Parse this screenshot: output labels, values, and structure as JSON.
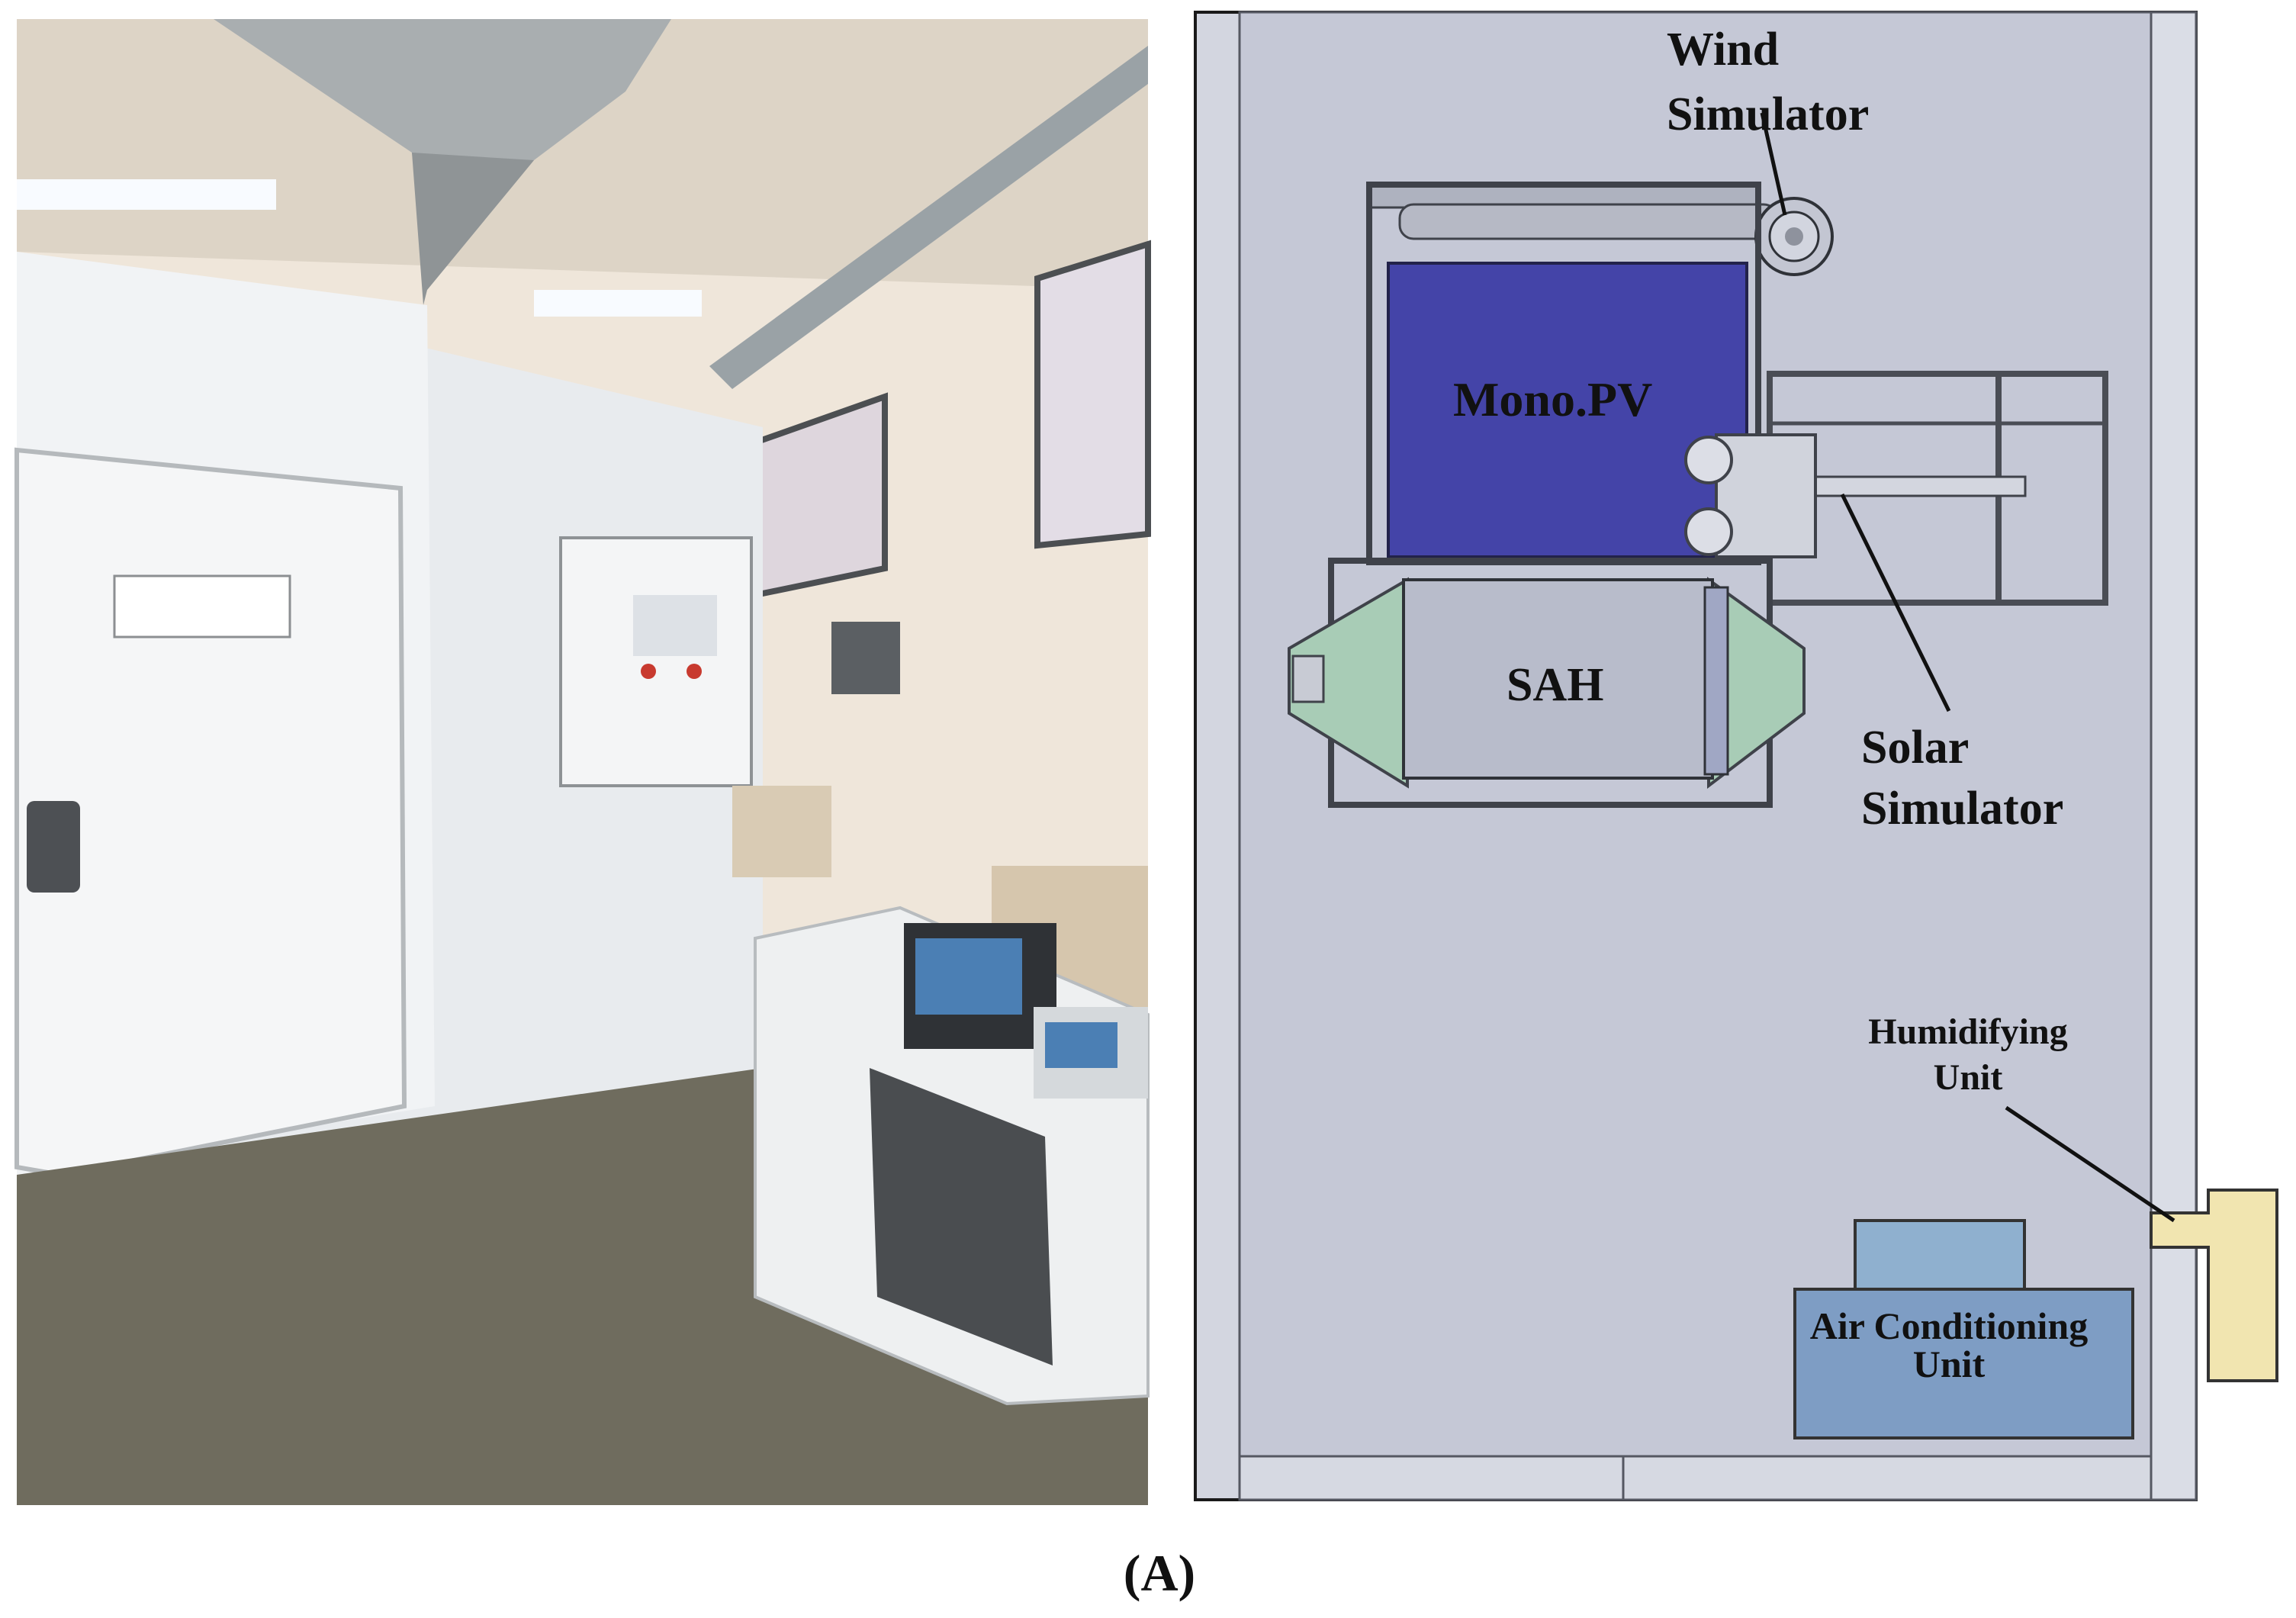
{
  "labels": {
    "wind_line1": "Wind",
    "wind_line2": "Simulator",
    "mono_pv": "Mono.PV",
    "sah": "SAH",
    "solar_line1": "Solar",
    "solar_line2": "Simulator",
    "humid_line1": "Humidifying",
    "humid_line2": "Unit",
    "ac_line1": "Air Conditioning",
    "ac_line2": "Unit"
  },
  "caption": "(A)",
  "colors": {
    "chamber_bg": "#c5c8d6",
    "mono_pv": "#4444a8",
    "sah": "#b8bccb",
    "sah_ducts": "#a8ccb6",
    "humidifier": "#f1e5b0",
    "ac_unit": "#7e9dc4",
    "ac_top": "#8fb0cf",
    "photo_wall": "#efe6da",
    "photo_floor": "#6f6c5e",
    "photo_chamber": "#e8ebee"
  },
  "icons": {
    "photo": "climate-test-chamber-photo",
    "wind": "fan-icon",
    "solar": "lamp-icon"
  }
}
